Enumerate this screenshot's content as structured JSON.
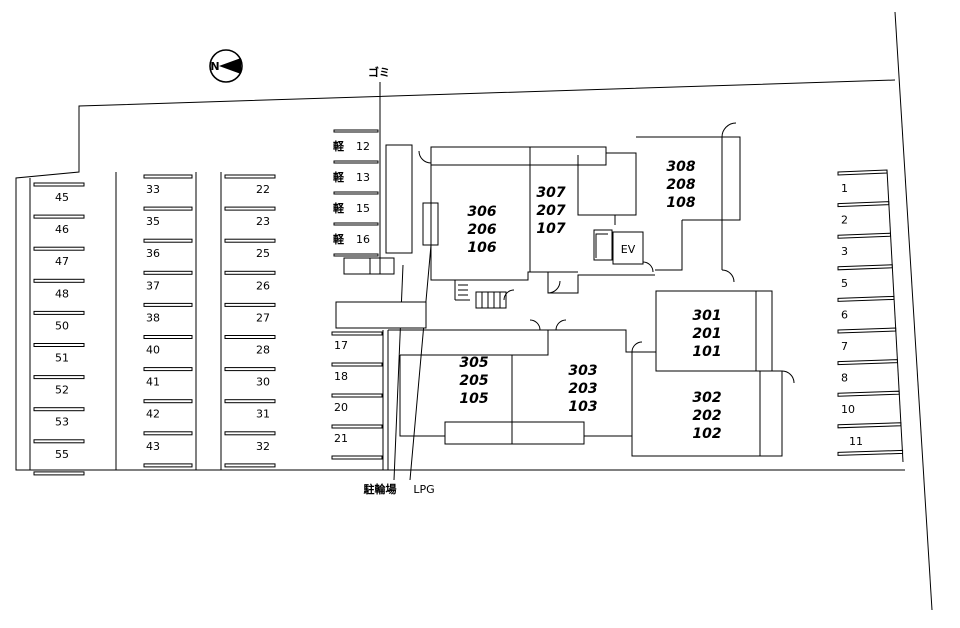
{
  "compass": {
    "label": "N"
  },
  "labels": {
    "garbage": "ゴミ",
    "bicycle": "駐輪場",
    "lpg": "LPG",
    "elevator": "EV"
  },
  "kei_lots": [
    {
      "prefix": "軽",
      "number": "12"
    },
    {
      "prefix": "軽",
      "number": "13"
    },
    {
      "prefix": "軽",
      "number": "15"
    },
    {
      "prefix": "軽",
      "number": "16"
    }
  ],
  "parking_columns": {
    "far_left": [
      "45",
      "46",
      "47",
      "48",
      "50",
      "51",
      "52",
      "53",
      "55"
    ],
    "left_mid": [
      "33",
      "35",
      "36",
      "37",
      "38",
      "40",
      "41",
      "42",
      "43"
    ],
    "right_mid": [
      "22",
      "23",
      "25",
      "26",
      "27",
      "28",
      "30",
      "31",
      "32"
    ],
    "center": [
      "17",
      "18",
      "20",
      "21"
    ],
    "far_right": [
      "1",
      "2",
      "3",
      "5",
      "6",
      "7",
      "8",
      "10",
      "11"
    ]
  },
  "units": [
    {
      "id": "u306",
      "lines": [
        "306",
        "206",
        "106"
      ]
    },
    {
      "id": "u307",
      "lines": [
        "307",
        "207",
        "107"
      ]
    },
    {
      "id": "u308",
      "lines": [
        "308",
        "208",
        "108"
      ]
    },
    {
      "id": "u301",
      "lines": [
        "301",
        "201",
        "101"
      ]
    },
    {
      "id": "u302",
      "lines": [
        "302",
        "202",
        "102"
      ]
    },
    {
      "id": "u305",
      "lines": [
        "305",
        "205",
        "105"
      ]
    },
    {
      "id": "u303",
      "lines": [
        "303",
        "203",
        "103"
      ]
    }
  ]
}
